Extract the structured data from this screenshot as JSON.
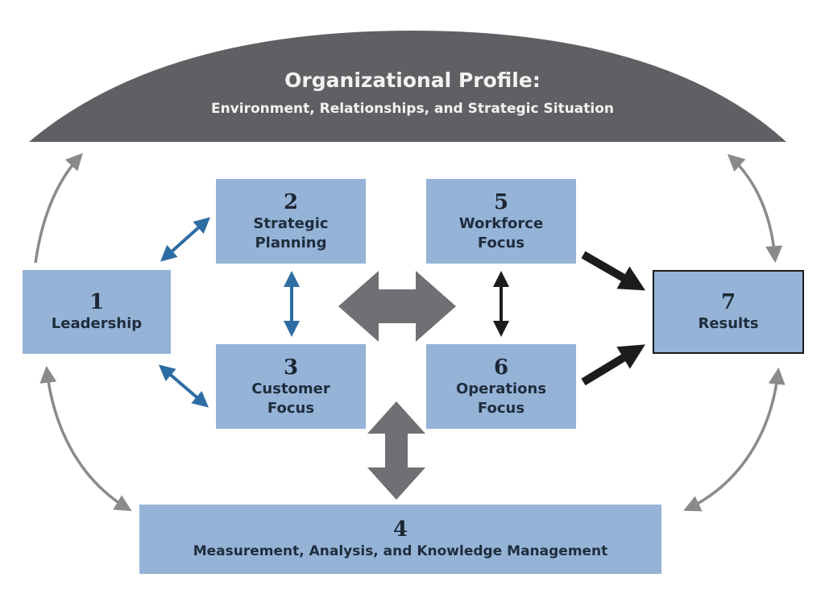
{
  "profile": {
    "title": "Organizational Profile:",
    "subtitle": "Environment, Relationships, and Strategic Situation"
  },
  "boxes": {
    "leadership": {
      "number": "1",
      "label": "Leadership"
    },
    "strategic_planning": {
      "number": "2",
      "label_line1": "Strategic",
      "label_line2": "Planning"
    },
    "customer_focus": {
      "number": "3",
      "label_line1": "Customer",
      "label_line2": "Focus"
    },
    "measurement": {
      "number": "4",
      "label": "Measurement, Analysis, and Knowledge Management"
    },
    "workforce_focus": {
      "number": "5",
      "label_line1": "Workforce",
      "label_line2": "Focus"
    },
    "operations_focus": {
      "number": "6",
      "label_line1": "Operations",
      "label_line2": "Focus"
    },
    "results": {
      "number": "7",
      "label": "Results"
    }
  },
  "colors": {
    "box_fill": "#95b3d7",
    "dome_fill": "#5f6063",
    "blue_arrow": "#2e6ca4",
    "gray_arrow": "#6f7073",
    "dark_arrow": "#1c1c1c",
    "cycle_arrow": "#8a8a8a"
  }
}
